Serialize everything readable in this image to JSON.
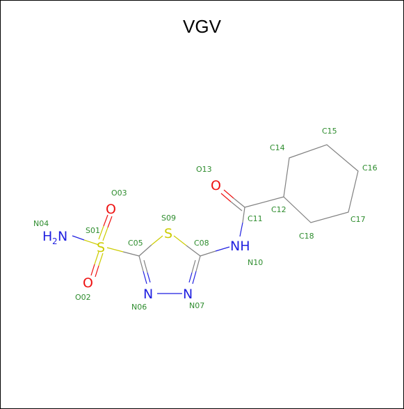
{
  "title": "VGV",
  "colors": {
    "carbon": "#808080",
    "nitrogen": "#1f1fe0",
    "oxygen": "#ee1111",
    "sulfur": "#cccc00",
    "label": "#2d8c2d"
  },
  "atoms": {
    "S01": {
      "label": "S01",
      "symbol": "S"
    },
    "O02": {
      "label": "O02",
      "symbol": "O"
    },
    "O03": {
      "label": "O03",
      "symbol": "O"
    },
    "N04": {
      "label": "N04",
      "symbol": "H2N"
    },
    "C05": {
      "label": "C05"
    },
    "N06": {
      "label": "N06",
      "symbol": "N"
    },
    "N07": {
      "label": "N07",
      "symbol": "N"
    },
    "C08": {
      "label": "C08"
    },
    "S09": {
      "label": "S09",
      "symbol": "S"
    },
    "N10": {
      "label": "N10",
      "symbol": "NH"
    },
    "C11": {
      "label": "C11"
    },
    "C12": {
      "label": "C12"
    },
    "O13": {
      "label": "O13",
      "symbol": "O"
    },
    "C14": {
      "label": "C14"
    },
    "C15": {
      "label": "C15"
    },
    "C16": {
      "label": "C16"
    },
    "C17": {
      "label": "C17"
    },
    "C18": {
      "label": "C18"
    }
  }
}
